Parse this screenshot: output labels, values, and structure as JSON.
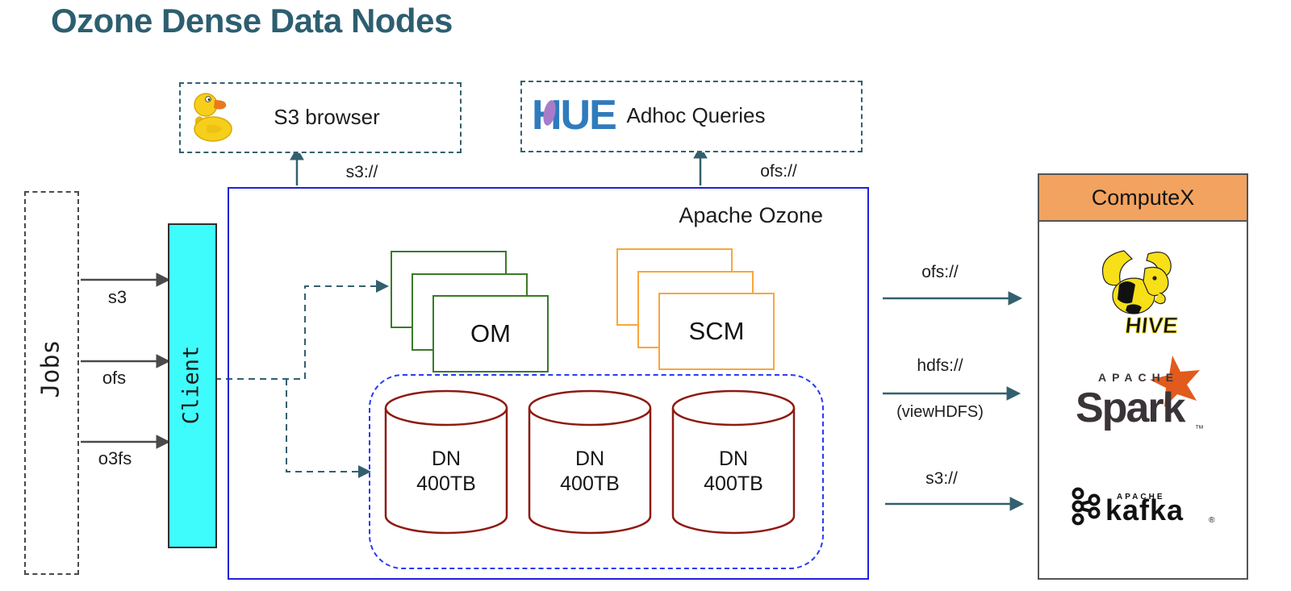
{
  "title": "Ozone Dense Data Nodes",
  "top_boxes": {
    "s3_browser": {
      "label": "S3 browser"
    },
    "adhoc_queries": {
      "label": "Adhoc Queries",
      "logo_text": "HUE"
    }
  },
  "left": {
    "jobs_label": "Jobs",
    "client_label": "Client",
    "protocol_arrows": [
      {
        "label": "s3"
      },
      {
        "label": "ofs"
      },
      {
        "label": "o3fs"
      }
    ]
  },
  "ozone": {
    "title": "Apache Ozone",
    "om_label": "OM",
    "scm_label": "SCM",
    "datanodes": [
      {
        "line1": "DN",
        "line2": "400TB"
      },
      {
        "line1": "DN",
        "line2": "400TB"
      },
      {
        "line1": "DN",
        "line2": "400TB"
      }
    ]
  },
  "north_arrows": [
    {
      "label": "s3://"
    },
    {
      "label": "ofs://"
    }
  ],
  "east_arrows": [
    {
      "label": "ofs://"
    },
    {
      "label": "hdfs://",
      "sublabel": "(viewHDFS)"
    },
    {
      "label": "s3://"
    }
  ],
  "computex": {
    "title": "ComputeX",
    "apps": [
      {
        "name": "hive",
        "logo_text": "HIVE"
      },
      {
        "name": "spark",
        "logo_super": "APACHE",
        "logo_text": "Spark",
        "trademark": "™"
      },
      {
        "name": "kafka",
        "logo_super": "APACHE",
        "logo_text": "kafka",
        "trademark": "®"
      }
    ]
  },
  "colors": {
    "title_text": "#2d5e70",
    "teal_line": "#33606e",
    "gray_line": "#4a4a4a",
    "ozone_border": "#2020dd",
    "dn_dashed_border": "#2a3bf5",
    "om_border": "#3a7a28",
    "scm_border": "#f9a63a",
    "cylinder_stroke": "#8e1b12",
    "client_fill": "#3ffcfc",
    "computex_header": "#f2a35f"
  }
}
